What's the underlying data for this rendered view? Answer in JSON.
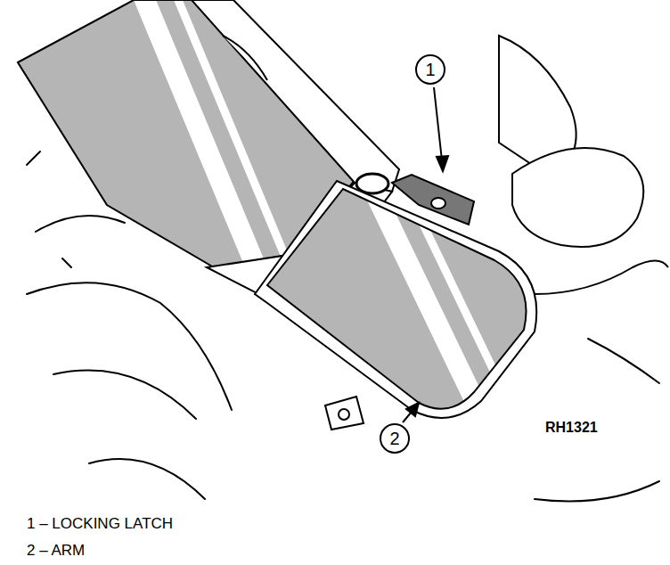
{
  "diagram": {
    "nodes": [
      {
        "text": [
          "1"
        ]
      },
      {
        "text": [
          "2"
        ]
      }
    ],
    "labels": [
      "RH1321",
      "1 – LOCKING LATCH",
      "2 – ARM"
    ]
  }
}
